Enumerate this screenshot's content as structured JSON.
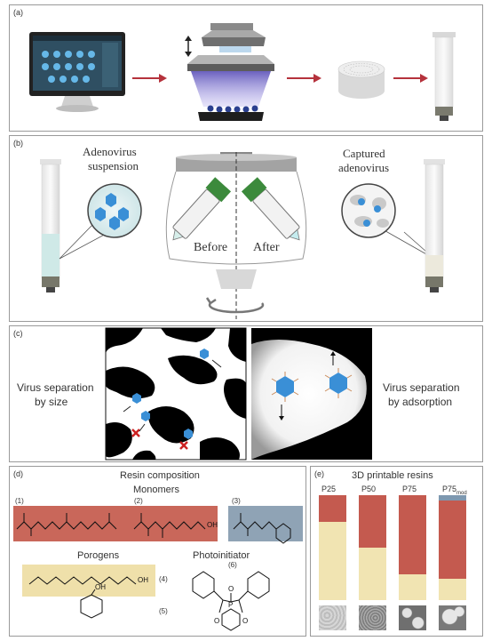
{
  "panel_a": {
    "label": "(a)"
  },
  "panel_b": {
    "label": "(b)",
    "left_caption_1": "Adenovirus",
    "left_caption_2": "suspension",
    "right_caption_1": "Captured",
    "right_caption_2": "adenovirus",
    "before": "Before",
    "after": "After"
  },
  "panel_c": {
    "label": "(c)",
    "left_text_1": "Virus separation",
    "left_text_2": "by size",
    "right_text_1": "Virus separation",
    "right_text_2": "by adsorption"
  },
  "panel_d": {
    "label": "(d)",
    "title": "Resin composition",
    "monomers": "Monomers",
    "n1": "(1)",
    "n2": "(2)",
    "n3": "(3)",
    "porogens": "Porogens",
    "photoinitiator": "Photoinitiator",
    "n4": "(4)",
    "n5": "(5)",
    "n6": "(6)",
    "oh": "OH",
    "o": "O",
    "p": "P"
  },
  "panel_e": {
    "label": "(e)",
    "title": "3D printable resins",
    "resins": [
      "P25",
      "P50",
      "P75",
      "P75"
    ],
    "mod_sub": "mod"
  },
  "colors": {
    "monomer_box": "#c9675a",
    "monomer3_box": "#8fa3b5",
    "porogen_box": "#efe0aa",
    "bar_red": "#c45a4f",
    "bar_cream": "#f1e4b2",
    "bar_blue": "#7e98b0",
    "arrow_red": "#b5323c",
    "virus_blue": "#3a8fd6"
  },
  "chart_data": {
    "type": "bar",
    "title": "3D printable resins",
    "categories": [
      "P25",
      "P50",
      "P75",
      "P75mod"
    ],
    "series": [
      {
        "values": [
          25,
          50,
          75,
          75
        ]
      },
      {
        "values": [
          75,
          50,
          25,
          20
        ]
      },
      {
        "values": [
          0,
          0,
          0,
          5
        ]
      }
    ],
    "ylim": [
      0,
      100
    ]
  }
}
